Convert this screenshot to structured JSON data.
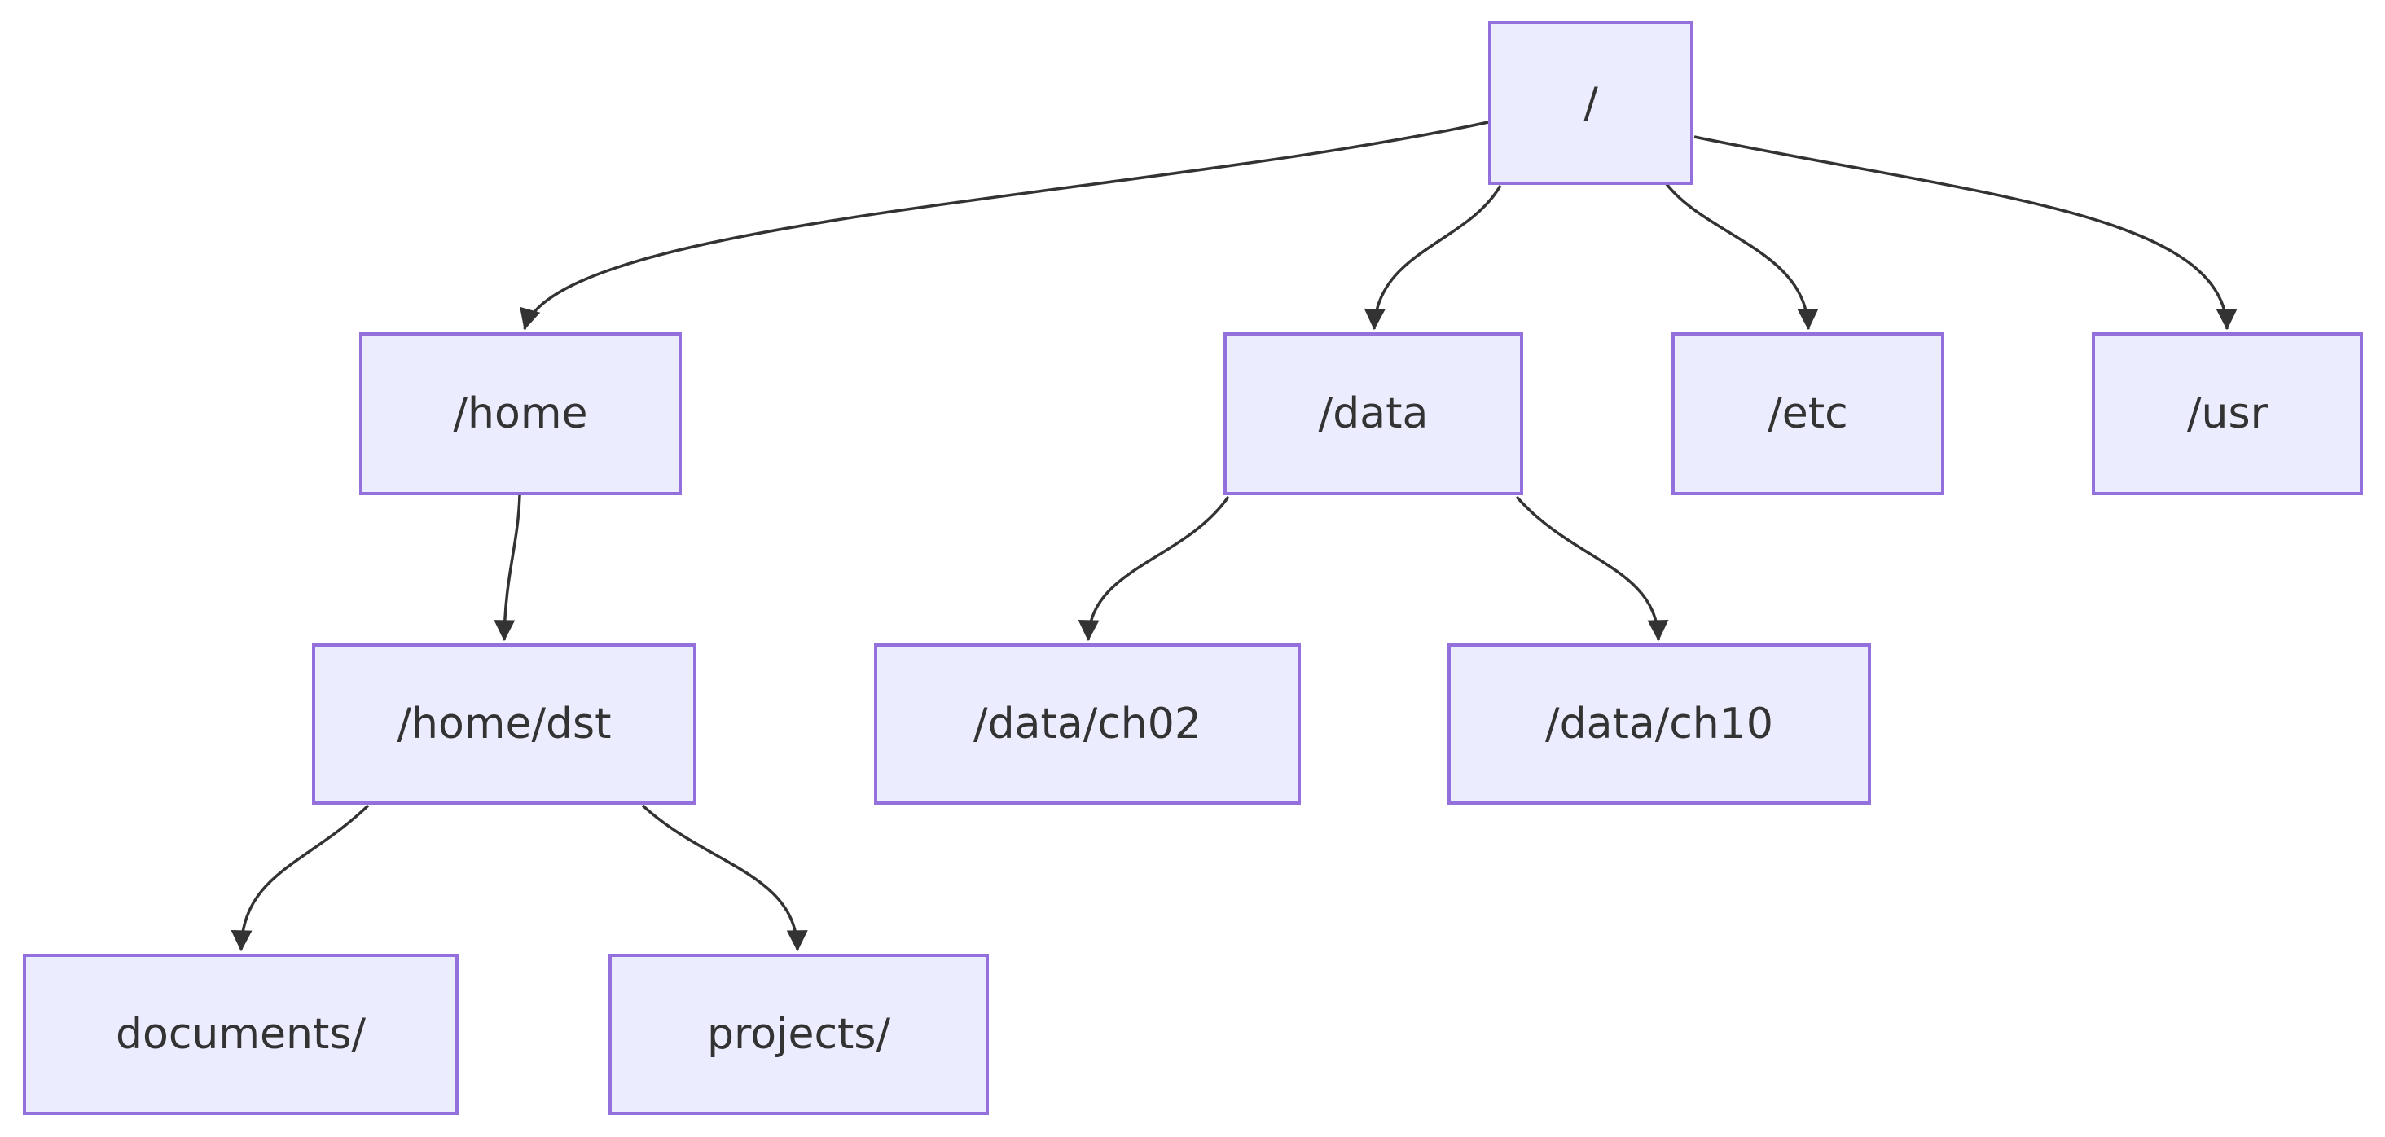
{
  "diagram": {
    "kind": "flowchart",
    "description": "Filesystem directory tree",
    "colors": {
      "background": "#FFFFFF",
      "node_fill": "#ECECFF",
      "node_border": "#9370DB",
      "edge_stroke": "#333333",
      "label_text": "#333333"
    },
    "nodes": [
      {
        "id": "root",
        "label": "/"
      },
      {
        "id": "home",
        "label": "/home"
      },
      {
        "id": "data",
        "label": "/data"
      },
      {
        "id": "etc",
        "label": "/etc"
      },
      {
        "id": "usr",
        "label": "/usr"
      },
      {
        "id": "home_dst",
        "label": "/home/dst"
      },
      {
        "id": "data_ch02",
        "label": "/data/ch02"
      },
      {
        "id": "data_ch10",
        "label": "/data/ch10"
      },
      {
        "id": "documents",
        "label": "documents/"
      },
      {
        "id": "projects",
        "label": "projects/"
      }
    ],
    "edges": [
      {
        "from": "/",
        "to": "/home"
      },
      {
        "from": "/",
        "to": "/data"
      },
      {
        "from": "/",
        "to": "/etc"
      },
      {
        "from": "/",
        "to": "/usr"
      },
      {
        "from": "/home",
        "to": "/home/dst"
      },
      {
        "from": "/data",
        "to": "/data/ch02"
      },
      {
        "from": "/data",
        "to": "/data/ch10"
      },
      {
        "from": "/home/dst",
        "to": "documents/"
      },
      {
        "from": "/home/dst",
        "to": "projects/"
      }
    ]
  }
}
